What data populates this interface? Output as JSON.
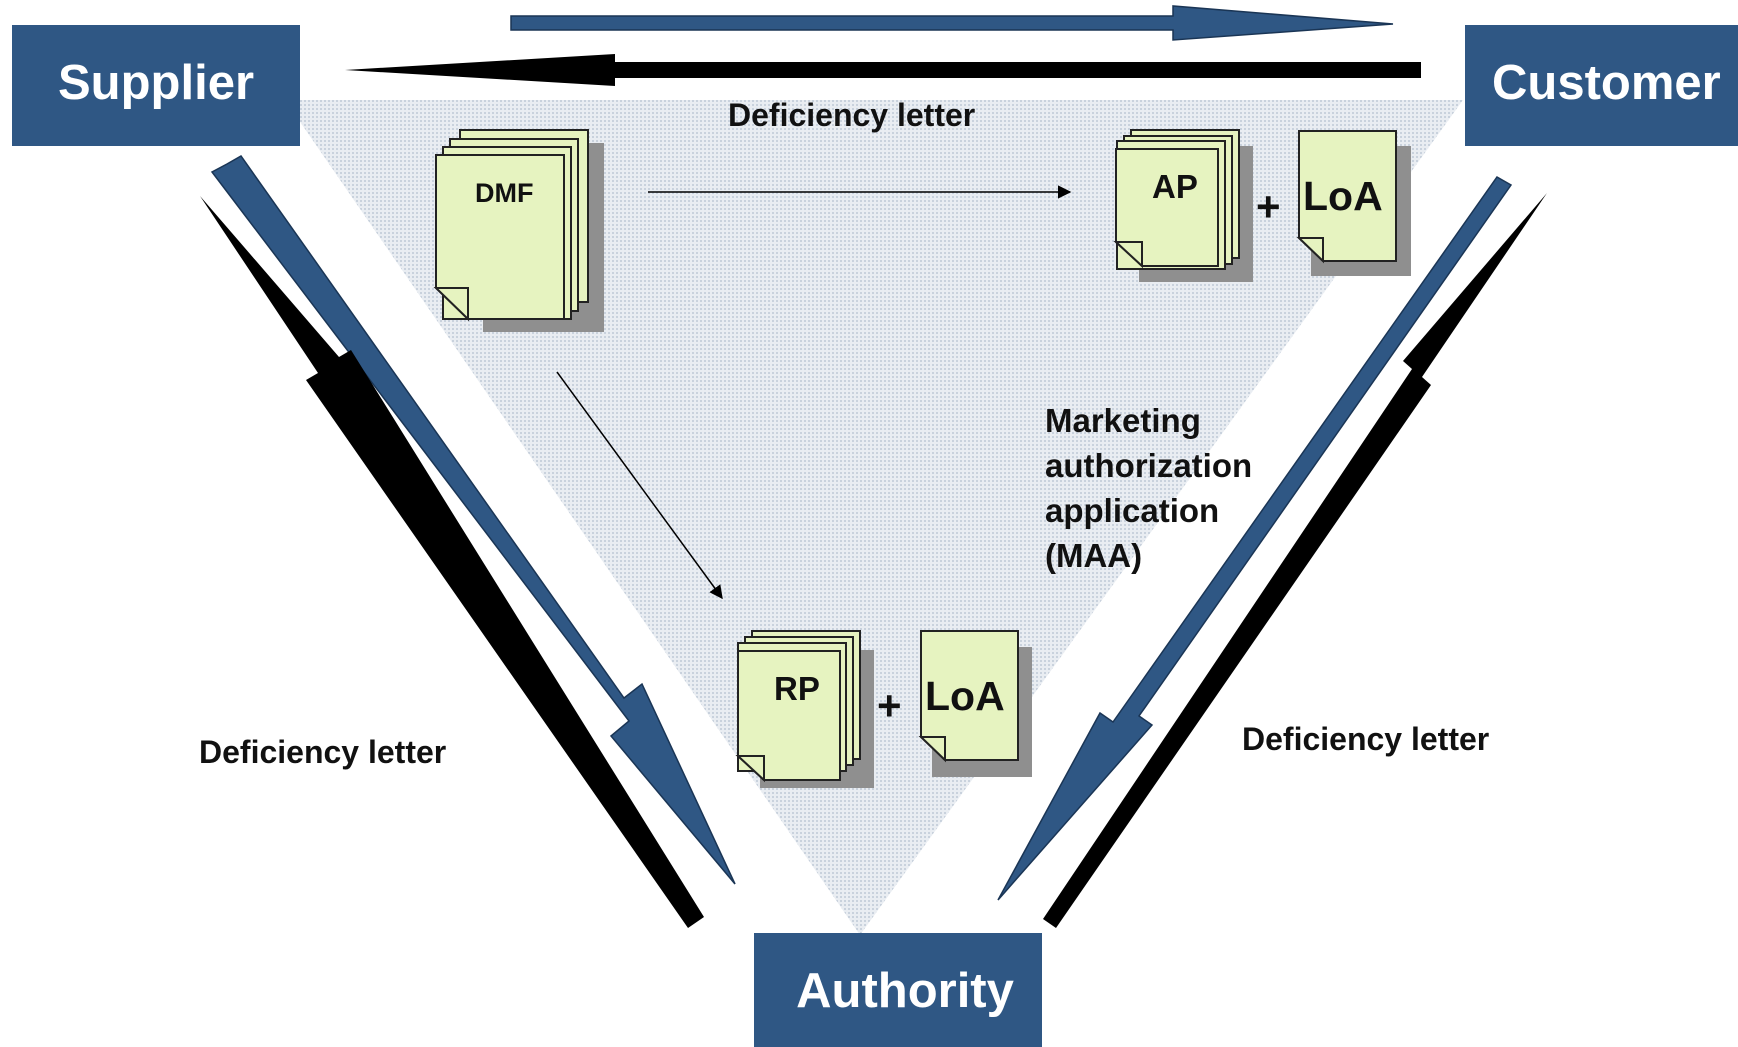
{
  "colors": {
    "node_fill": "#2f5784",
    "node_text": "#ffffff",
    "arrow_blue": "#2f5784",
    "arrow_black": "#000000",
    "document_fill": "#e6f3c0",
    "document_shadow": "#8f8f8f",
    "triangle_fill": "#dfe5ec"
  },
  "nodes": {
    "supplier": "Supplier",
    "customer": "Customer",
    "authority": "Authority"
  },
  "documents": {
    "dmf": "DMF",
    "ap": "AP",
    "rp": "RP",
    "loa_top": "LoA",
    "loa_bottom": "LoA",
    "plus_top": "+",
    "plus_bottom": "+"
  },
  "labels": {
    "top_deficiency": "Deficiency letter",
    "left_deficiency": "Deficiency letter",
    "right_deficiency": "Deficiency letter",
    "maa": [
      "Marketing",
      "authorization",
      "application",
      "(MAA)"
    ]
  }
}
